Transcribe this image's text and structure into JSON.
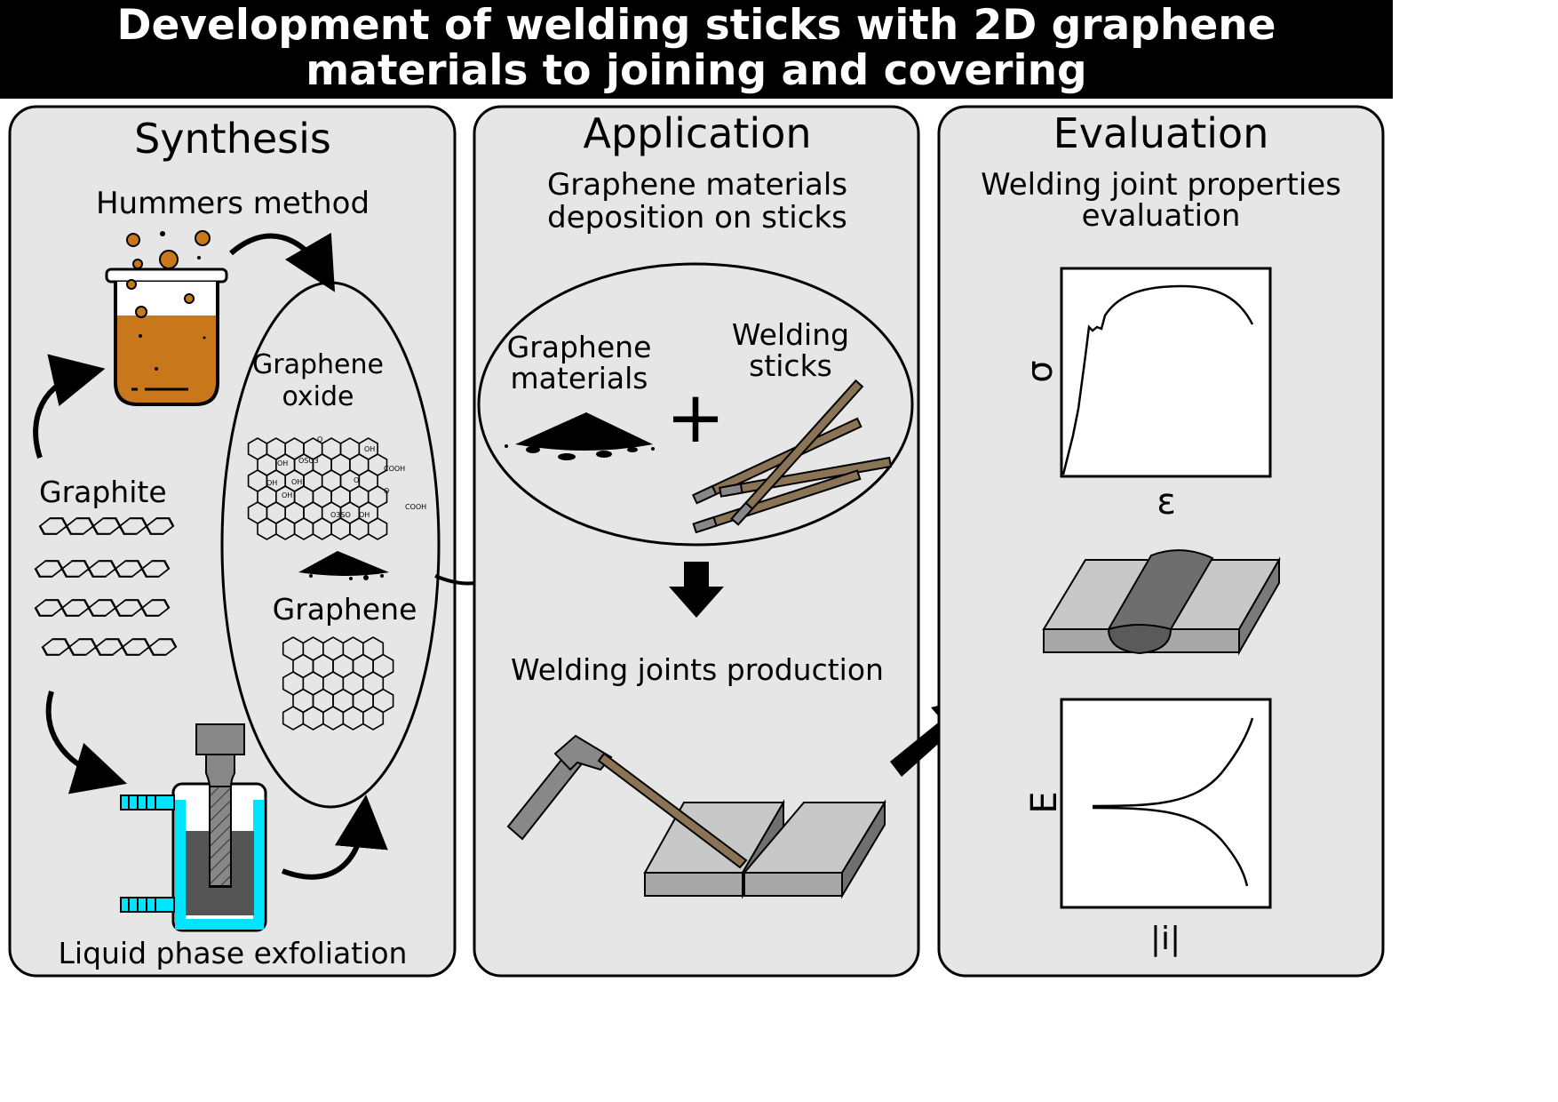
{
  "title": {
    "line1": "Development of welding sticks with 2D graphene",
    "line2": "materials to joining and covering"
  },
  "synthesis": {
    "heading": "Synthesis",
    "hummers_label": "Hummers method",
    "graphite_label": "Graphite",
    "lpe_label": "Liquid phase exfoliation",
    "graphene_oxide_label": [
      "Graphene",
      "oxide"
    ],
    "graphene_label": "Graphene",
    "go_groups": [
      "OH",
      "OSO3",
      "OH",
      "COOH",
      "OH",
      "OH",
      "O",
      "O",
      "OH",
      "COOH",
      "O3SO",
      "OH",
      "O"
    ]
  },
  "application": {
    "heading": "Application",
    "subtitle": [
      "Graphene materials",
      "deposition on sticks"
    ],
    "graphene_materials_label": [
      "Graphene",
      "materials"
    ],
    "plus_sign": "+",
    "welding_sticks_label": [
      "Welding",
      "sticks"
    ],
    "joints_label": "Welding joints production"
  },
  "evaluation": {
    "heading": "Evaluation",
    "subtitle": [
      "Welding joint properties",
      "evaluation"
    ],
    "stress_axis_y": "σ",
    "stress_axis_x": "ε",
    "polar_axis_y": "E",
    "polar_axis_x": "|i|"
  },
  "colors": {
    "panel_fill": "#e6e6e6",
    "beaker_liquid": "#c8781a",
    "cyan_liquid": "#00e5ff",
    "stick_brown": "#8b7355",
    "metal_light": "#c8c8c8",
    "metal_dark": "#707070"
  }
}
